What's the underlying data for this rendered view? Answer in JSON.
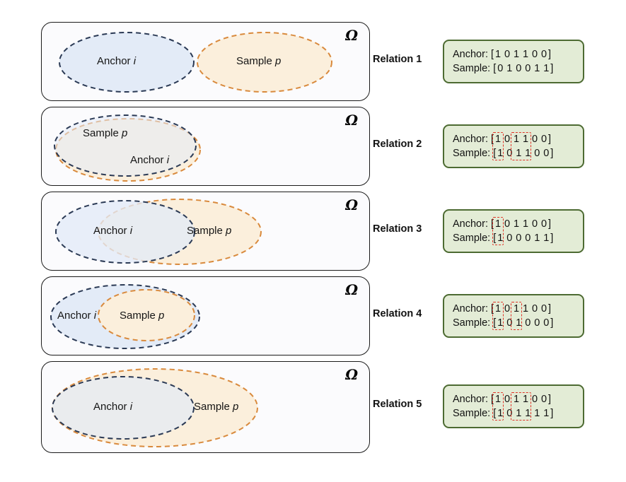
{
  "figure": {
    "universe_symbol": "Ω",
    "anchor_label": "Anchor",
    "anchor_sub": "i",
    "sample_label": "Sample",
    "sample_sub": "p",
    "colors": {
      "anchor_stroke": "#2b3a55",
      "anchor_fill": "#e3ebf7",
      "sample_stroke": "#d98a3d",
      "sample_fill": "#fbefdc",
      "card_border": "#4d6b32",
      "card_fill": "#e3ecd6",
      "highlight": "#e03226",
      "panel_border": "#1a1a1a",
      "panel_fill": "#fbfbfd"
    }
  },
  "relations": [
    {
      "label": "Relation 1",
      "venn": "disjoint-tangent",
      "anchor_key": "Anchor:",
      "sample_key": "Sample:",
      "open_bracket": "[",
      "close_bracket": "]",
      "anchor_bits": [
        "1",
        "0",
        "1",
        "1",
        "0",
        "0"
      ],
      "sample_bits": [
        "0",
        "1",
        "0",
        "0",
        "1",
        "1"
      ],
      "highlights": []
    },
    {
      "label": "Relation 2",
      "venn": "identical",
      "anchor_key": "Anchor:",
      "sample_key": "Sample:",
      "open_bracket": "[",
      "close_bracket": "]",
      "anchor_bits": [
        "1",
        "0",
        "1",
        "1",
        "0",
        "0"
      ],
      "sample_bits": [
        "1",
        "0",
        "1",
        "1",
        "0",
        "0"
      ],
      "highlights": [
        {
          "start": 0,
          "end": 0
        },
        {
          "start": 2,
          "end": 3
        }
      ]
    },
    {
      "label": "Relation 3",
      "venn": "partial-overlap",
      "anchor_key": "Anchor:",
      "sample_key": "Sample:",
      "open_bracket": "[",
      "close_bracket": "]",
      "anchor_bits": [
        "1",
        "0",
        "1",
        "1",
        "0",
        "0"
      ],
      "sample_bits": [
        "1",
        "0",
        "0",
        "0",
        "1",
        "1"
      ],
      "highlights": [
        {
          "start": 0,
          "end": 0
        }
      ]
    },
    {
      "label": "Relation 4",
      "venn": "sample-inside-anchor",
      "anchor_key": "Anchor:",
      "sample_key": "Sample:",
      "open_bracket": "[",
      "close_bracket": "]",
      "anchor_bits": [
        "1",
        "0",
        "1",
        "1",
        "0",
        "0"
      ],
      "sample_bits": [
        "1",
        "0",
        "1",
        "0",
        "0",
        "0"
      ],
      "highlights": [
        {
          "start": 0,
          "end": 0
        },
        {
          "start": 2,
          "end": 2
        }
      ]
    },
    {
      "label": "Relation 5",
      "venn": "anchor-inside-sample",
      "anchor_key": "Anchor:",
      "sample_key": "Sample:",
      "open_bracket": "[",
      "close_bracket": "]",
      "anchor_bits": [
        "1",
        "0",
        "1",
        "1",
        "0",
        "0"
      ],
      "sample_bits": [
        "1",
        "0",
        "1",
        "1",
        "1",
        "1"
      ],
      "highlights": [
        {
          "start": 0,
          "end": 0
        },
        {
          "start": 2,
          "end": 3
        }
      ]
    }
  ]
}
